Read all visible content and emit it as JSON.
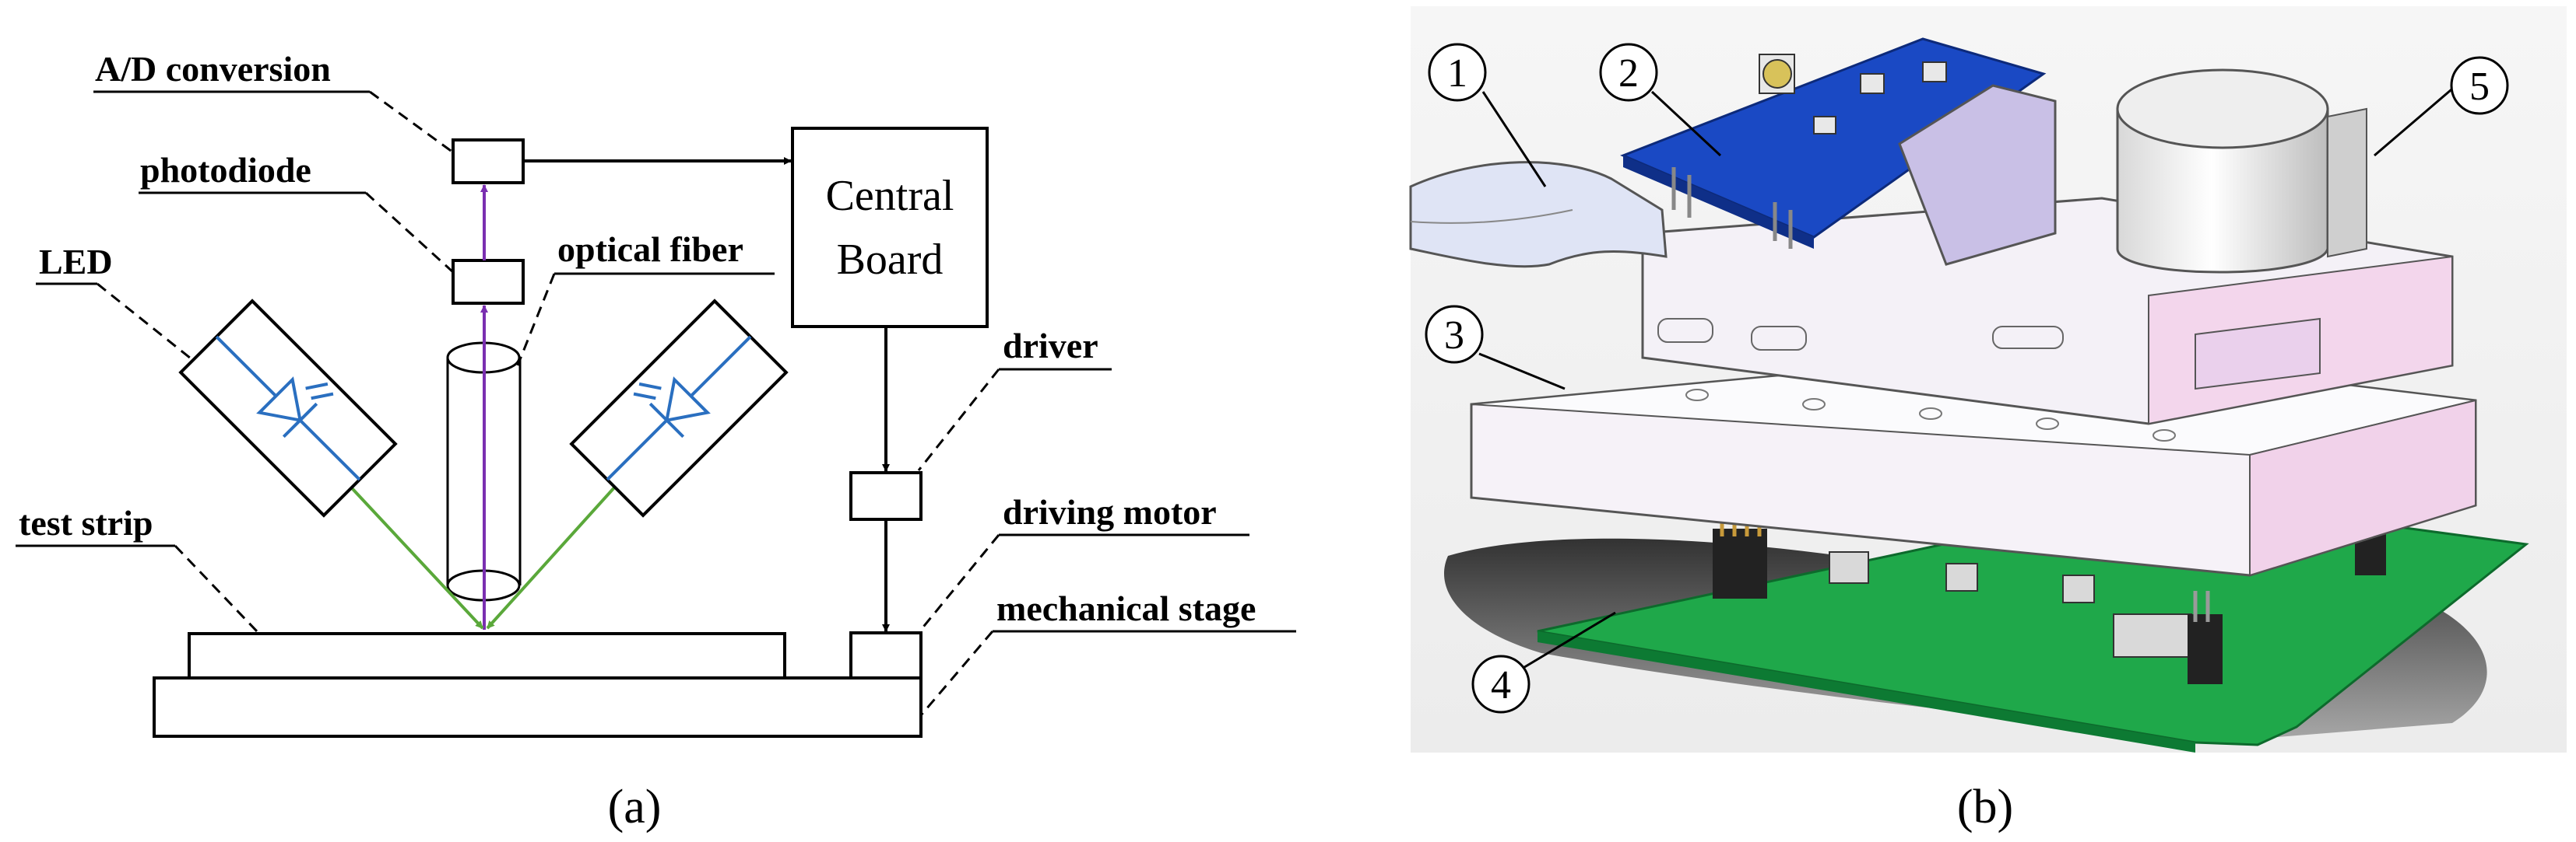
{
  "panel_a": {
    "labels": {
      "ad_conversion": "A/D conversion",
      "photodiode": "photodiode",
      "led": "LED",
      "optical_fiber": "optical fiber",
      "central_board_line1": "Central",
      "central_board_line2": "Board",
      "driver": "driver",
      "driving_motor": "driving motor",
      "test_strip": "test strip",
      "mechanical_stage": "mechanical stage"
    },
    "caption": "(a)"
  },
  "panel_b": {
    "callouts": [
      "1",
      "2",
      "3",
      "4",
      "5"
    ],
    "caption": "(b)"
  },
  "colors": {
    "led_blue": "#2a6fc0",
    "emission_green": "#5aa83a",
    "signal_purple": "#7a2fb0",
    "pcb_green": "#1fa84a",
    "pcb_blue": "#1a49c4",
    "housing_white": "#f4f1f7",
    "housing_pink": "#f3d6ec"
  }
}
